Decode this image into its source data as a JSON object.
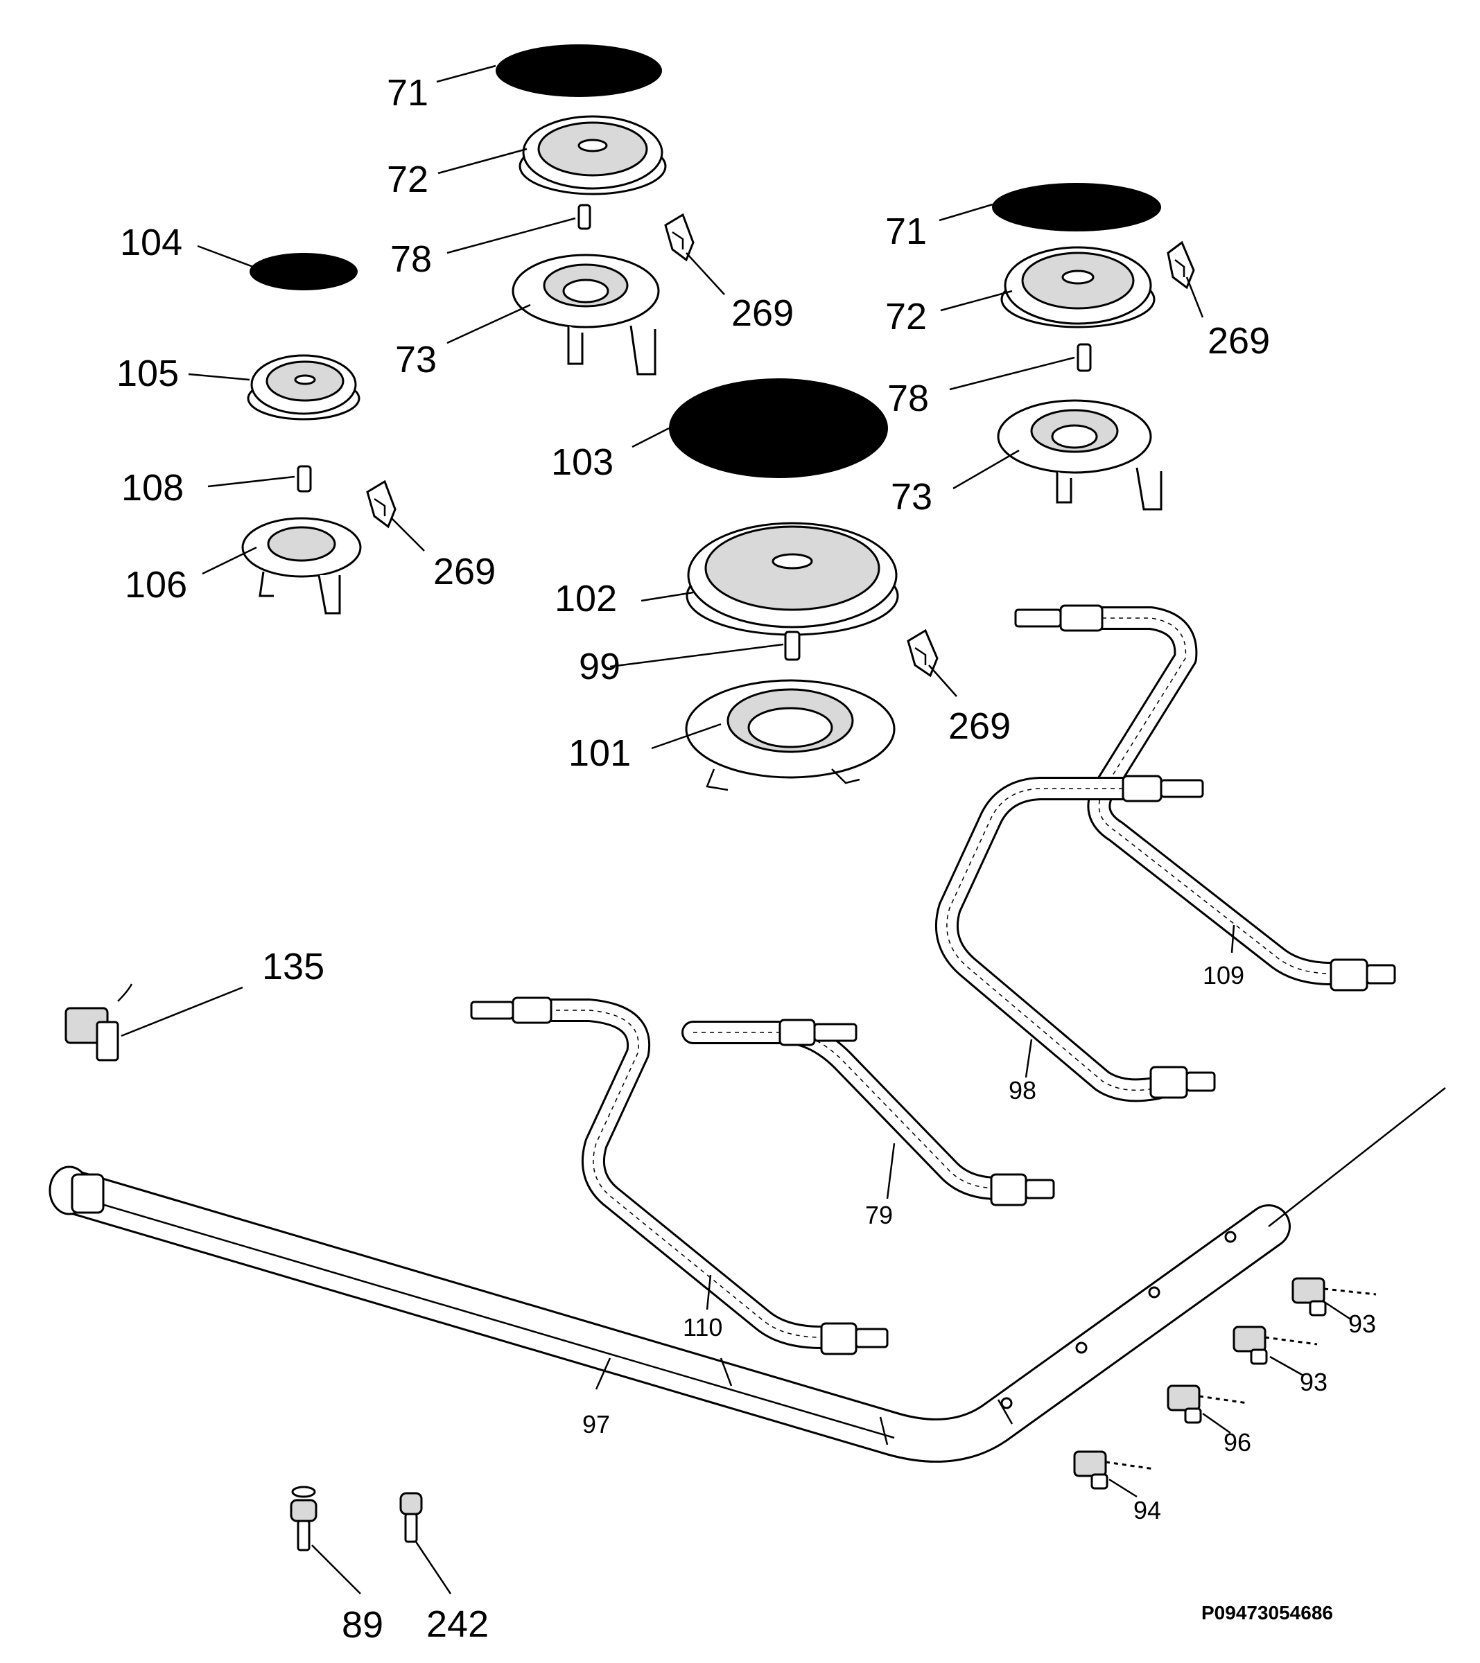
{
  "labels": {
    "p71a": "71",
    "p72a": "72",
    "p78a": "78",
    "p73a": "73",
    "p269a": "269",
    "p104": "104",
    "p105": "105",
    "p108": "108",
    "p106": "106",
    "p269b": "269",
    "p71b": "71",
    "p72b": "72",
    "p269c": "269",
    "p78b": "78",
    "p73b": "73",
    "p103": "103",
    "p102": "102",
    "p99": "99",
    "p269d": "269",
    "p101": "101",
    "p135": "135",
    "p109": "109",
    "p98": "98",
    "p79": "79",
    "p110": "110",
    "p97": "97",
    "p93a": "93",
    "p93b": "93",
    "p96": "96",
    "p94": "94",
    "p89": "89",
    "p242": "242"
  },
  "drawing_code": "P09473054686"
}
